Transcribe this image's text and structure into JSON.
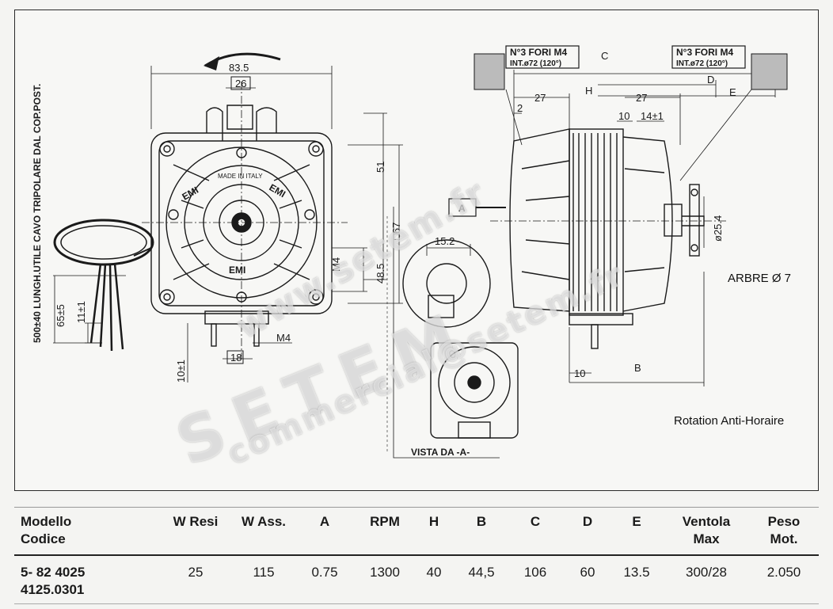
{
  "drawing": {
    "vertical_note": "500±40 LUNGH.UTILE CAVO TRIPOLARE DAL COP.POST.",
    "dims_front": [
      "83.5",
      "26",
      "51",
      "□67",
      "48.5",
      "M4",
      "65±5",
      "11±1",
      "10±1",
      "18",
      "M4"
    ],
    "dims_side": [
      "C",
      "D",
      "E",
      "H",
      "27",
      "27",
      "2",
      "10",
      "14±1",
      "ø25.4",
      "10",
      "B"
    ],
    "hole_label_left": "N°3 FORI M4",
    "hole_sub_left": "INT.ø72 (120°)",
    "hole_label_right": "N°3 FORI M4",
    "hole_sub_right": "INT.ø72 (120°)",
    "detail_dim": "15.2",
    "view_tag": "A",
    "view_label": "VISTA DA -A-",
    "motor_badge_1": "EMI",
    "motor_badge_2": "EMI",
    "motor_badge_3": "EMI",
    "motor_made_in": "MADE IN ITALY",
    "arbre_note": "ARBRE Ø 7",
    "rotation_note": "Rotation Anti-Horaire"
  },
  "watermark": {
    "line1": "www.setem.fr",
    "line2": "SETEM",
    "line3": "commercial@setem.fr"
  },
  "table": {
    "headers": [
      {
        "key": "modello",
        "label": "Modello\nCodice"
      },
      {
        "key": "w_resi",
        "label": "W Resi"
      },
      {
        "key": "w_ass",
        "label": "W Ass."
      },
      {
        "key": "a",
        "label": "A"
      },
      {
        "key": "rpm",
        "label": "RPM"
      },
      {
        "key": "h",
        "label": "H"
      },
      {
        "key": "b",
        "label": "B"
      },
      {
        "key": "c",
        "label": "C"
      },
      {
        "key": "d",
        "label": "D"
      },
      {
        "key": "e",
        "label": "E"
      },
      {
        "key": "ventola",
        "label": "Ventola\nMax"
      },
      {
        "key": "peso",
        "label": "Peso\nMot."
      }
    ],
    "row": {
      "modello": "5- 82 4025\n4125.0301",
      "w_resi": "25",
      "w_ass": "115",
      "a": "0.75",
      "rpm": "1300",
      "h": "40",
      "b": "44,5",
      "c": "106",
      "d": "60",
      "e": "13.5",
      "ventola": "300/28",
      "peso": "2.050"
    }
  }
}
